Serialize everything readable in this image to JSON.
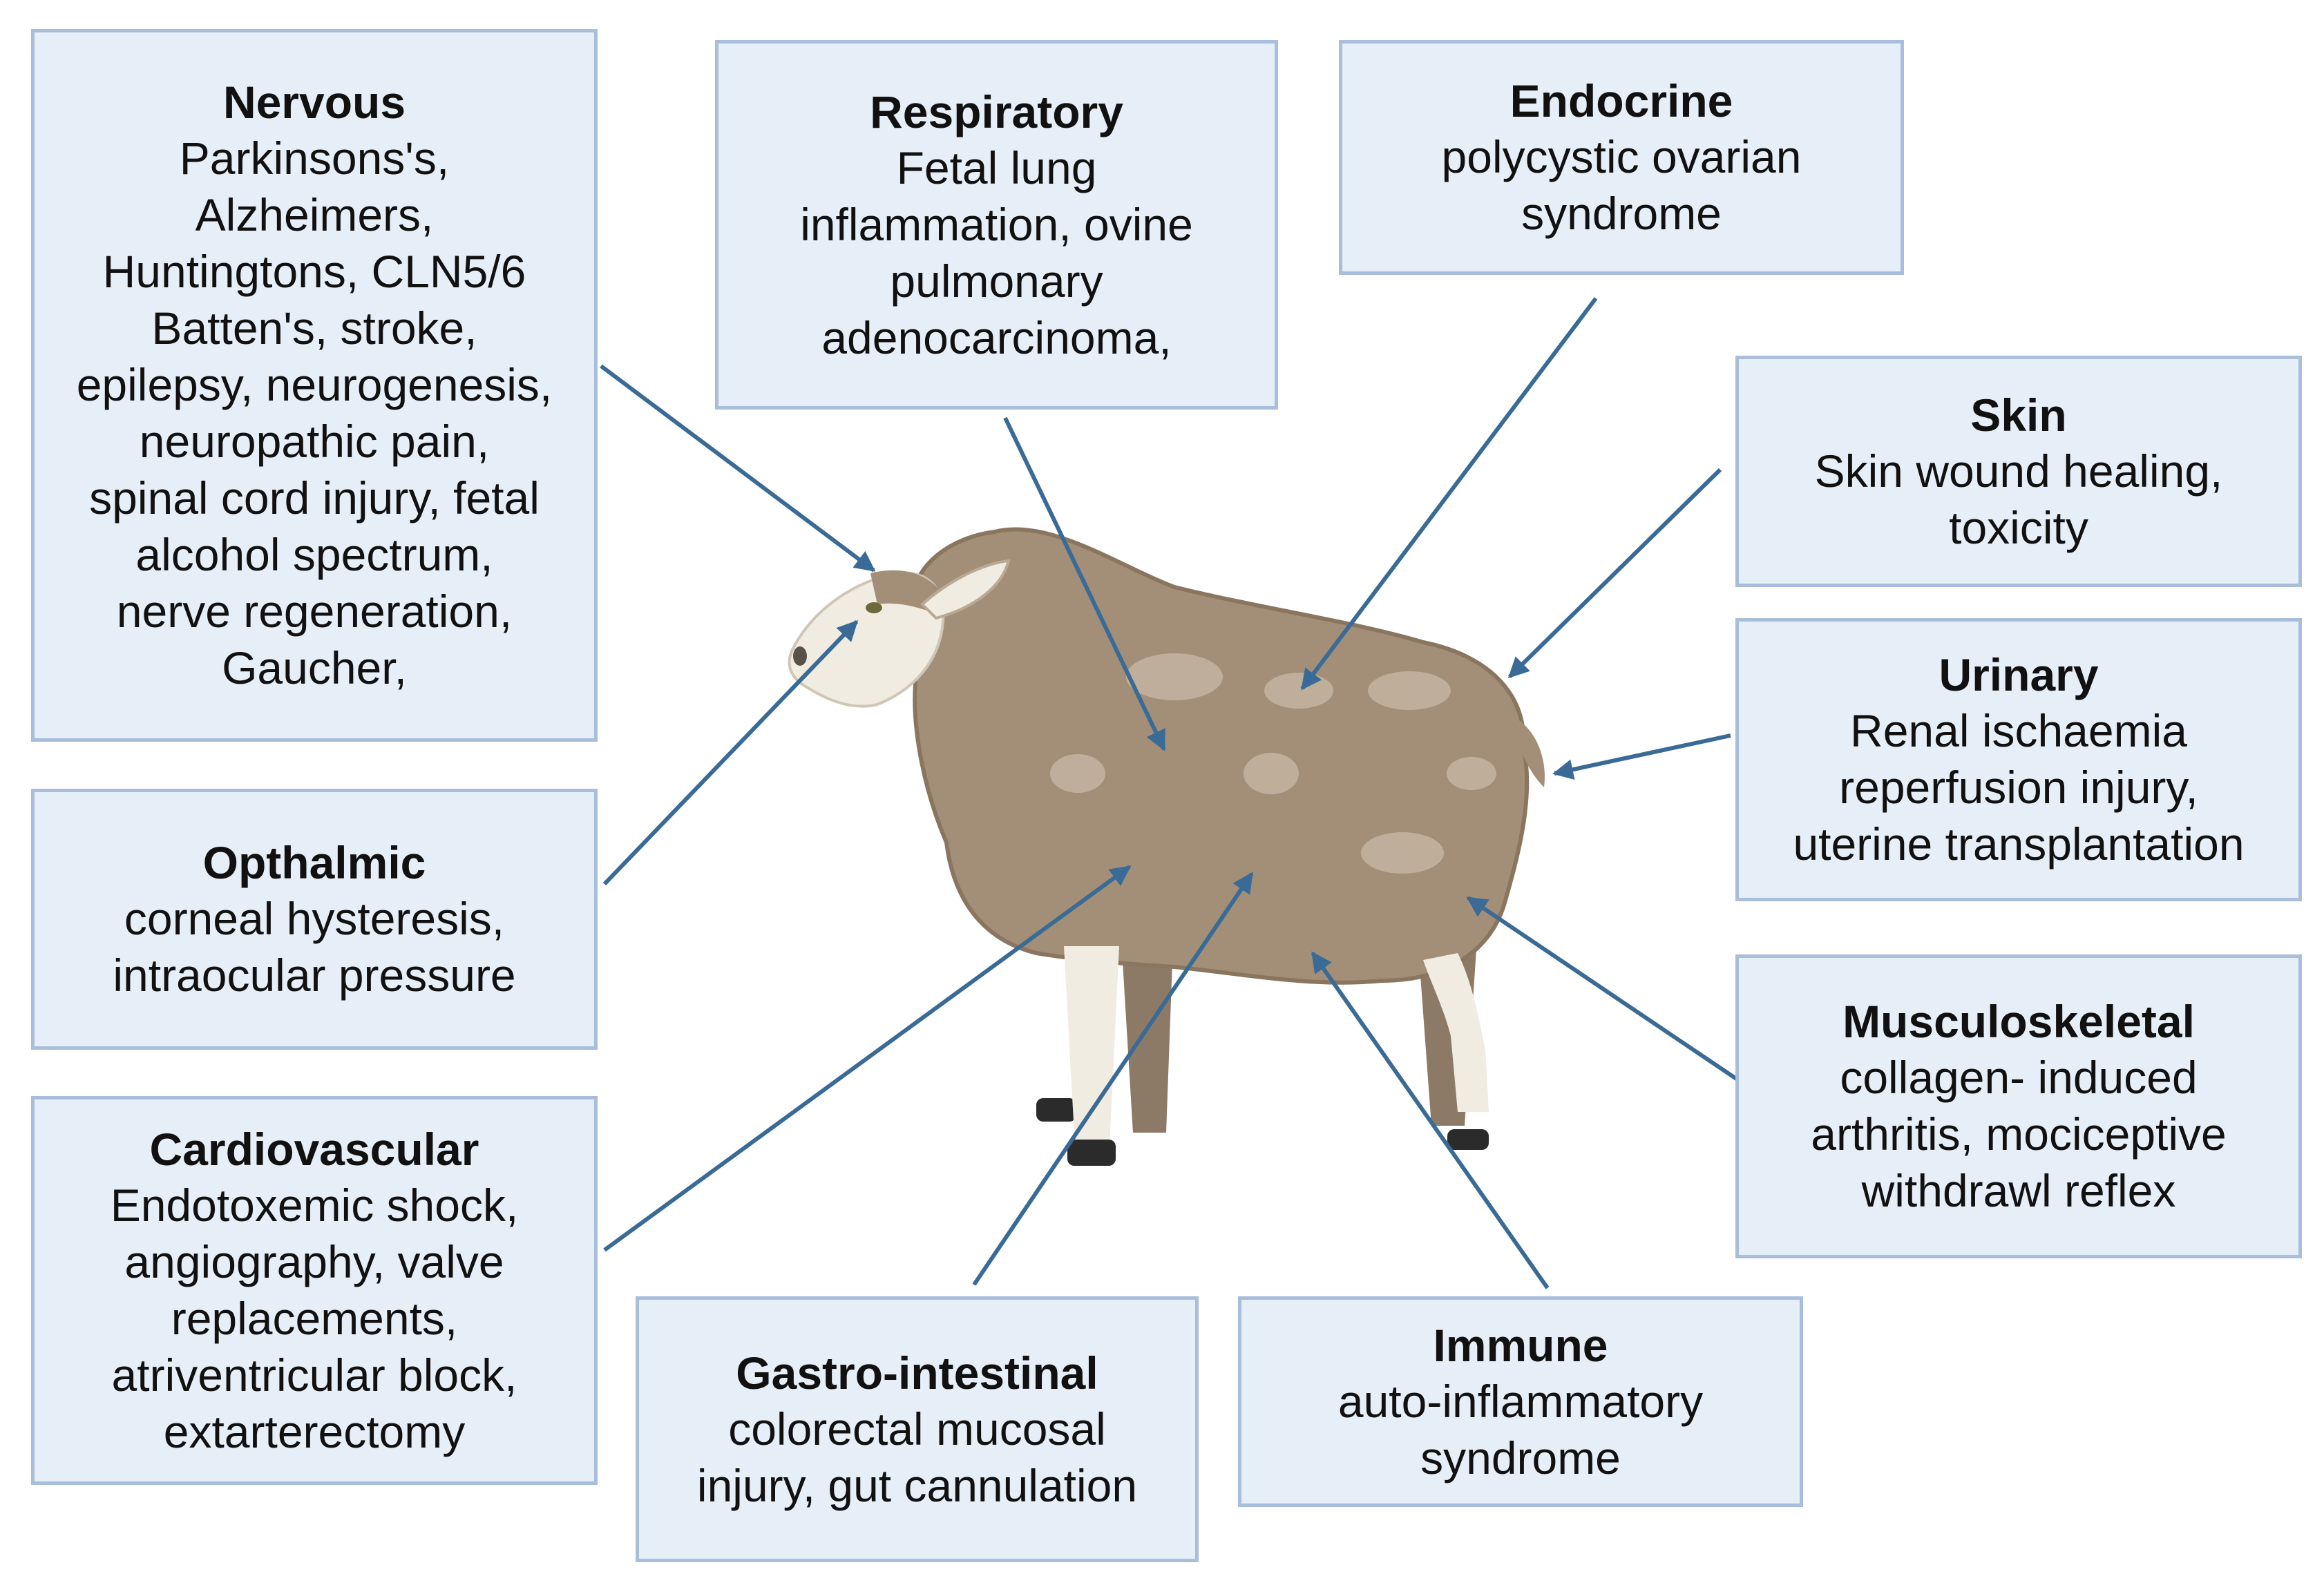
{
  "colors": {
    "box_fill": "#e6eef8",
    "box_border": "#a9bedb",
    "arrow": "#3a6a96",
    "sheep_wool": "#a38f78",
    "sheep_face": "#f1ece1",
    "text": "#111111"
  },
  "image": {
    "subject": "sheep-illustration"
  },
  "boxes": {
    "nervous": {
      "title": "Nervous",
      "lines": [
        "Parkinsons's,",
        "Alzheimers,",
        "Huntingtons, CLN5/6",
        "Batten's, stroke,",
        "epilepsy, neurogenesis,",
        "neuropathic pain,",
        "spinal cord injury, fetal",
        "alcohol spectrum,",
        "nerve regeneration,",
        "Gaucher,"
      ]
    },
    "respiratory": {
      "title": "Respiratory",
      "lines": [
        "Fetal lung",
        "inflammation, ovine",
        "pulmonary",
        "adenocarcinoma,"
      ]
    },
    "endocrine": {
      "title": "Endocrine",
      "lines": [
        "polycystic ovarian",
        "syndrome"
      ]
    },
    "skin": {
      "title": "Skin",
      "lines": [
        "Skin wound healing,",
        "toxicity"
      ]
    },
    "urinary": {
      "title": "Urinary",
      "lines": [
        "Renal ischaemia",
        "reperfusion injury,",
        "uterine transplantation"
      ]
    },
    "musculoskeletal": {
      "title": "Musculoskeletal",
      "lines": [
        "collagen- induced",
        "arthritis, mociceptive",
        "withdrawl reflex"
      ]
    },
    "opthalmic": {
      "title": "Opthalmic",
      "lines": [
        "corneal hysteresis,",
        "intraocular pressure"
      ]
    },
    "cardiovascular": {
      "title": "Cardiovascular",
      "lines": [
        "Endotoxemic shock,",
        "angiography, valve",
        "replacements,",
        "atriventricular block,",
        "extarterectomy"
      ]
    },
    "gastro": {
      "title": "Gastro-intestinal",
      "lines": [
        "colorectal mucosal",
        "injury, gut cannulation"
      ]
    },
    "immune": {
      "title": "Immune",
      "lines": [
        "auto-inflammatory",
        "syndrome"
      ]
    }
  }
}
